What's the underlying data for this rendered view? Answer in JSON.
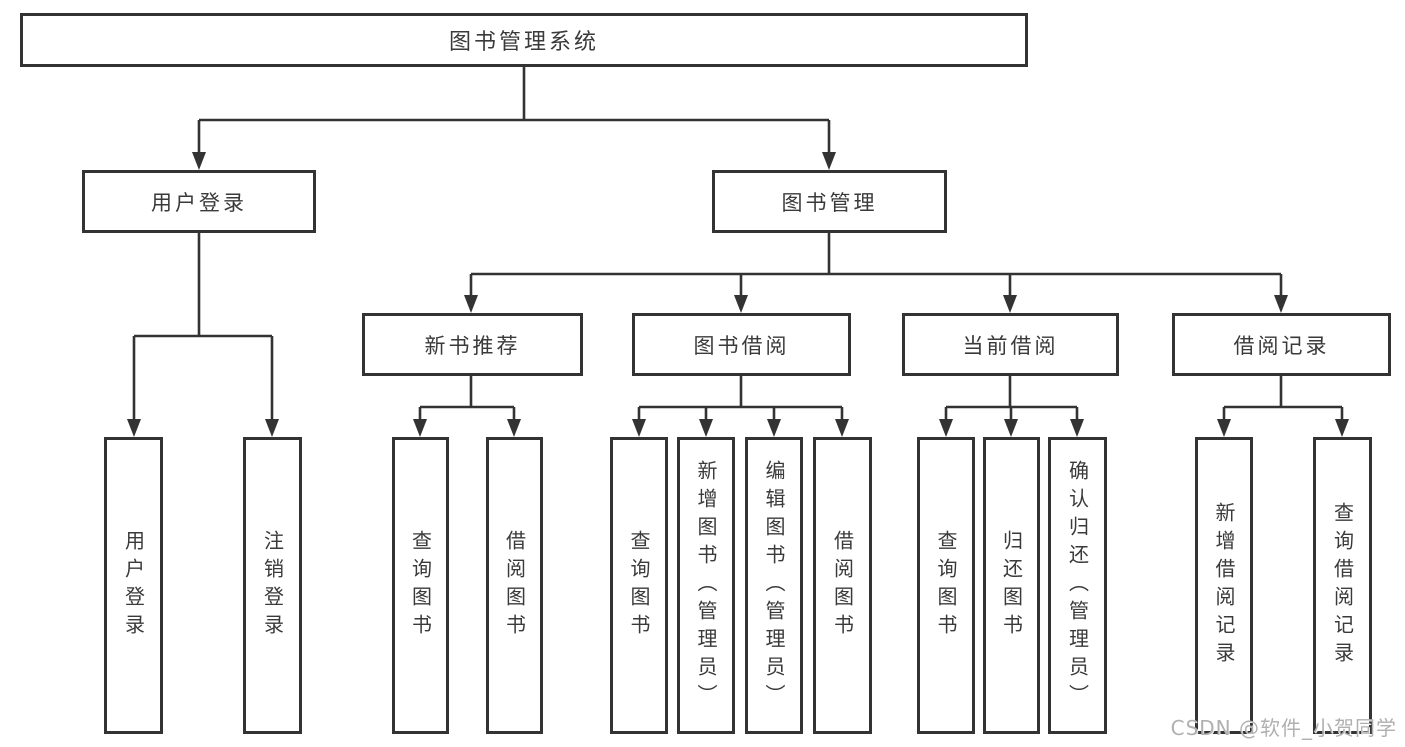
{
  "diagram_type": "hierarchy-tree",
  "colors": {
    "line": "#333333",
    "box_border": "#333333",
    "box_fill": "#ffffff",
    "text": "#3a3a3a",
    "background": "#ffffff",
    "watermark": "#b0b0b0"
  },
  "tree": {
    "label": "图书管理系统",
    "children": [
      {
        "label": "用户登录",
        "children": [
          {
            "label": "用户登录"
          },
          {
            "label": "注销登录"
          }
        ]
      },
      {
        "label": "图书管理",
        "children": [
          {
            "label": "新书推荐",
            "children": [
              {
                "label": "查询图书"
              },
              {
                "label": "借阅图书"
              }
            ]
          },
          {
            "label": "图书借阅",
            "children": [
              {
                "label": "查询图书"
              },
              {
                "label": "新增图书（管理员）"
              },
              {
                "label": "编辑图书（管理员）"
              },
              {
                "label": "借阅图书"
              }
            ]
          },
          {
            "label": "当前借阅",
            "children": [
              {
                "label": "查询图书"
              },
              {
                "label": "归还图书"
              },
              {
                "label": "确认归还（管理员）"
              }
            ]
          },
          {
            "label": "借阅记录",
            "children": [
              {
                "label": "新增借阅记录"
              },
              {
                "label": "查询借阅记录"
              }
            ]
          }
        ]
      }
    ]
  },
  "watermark": {
    "text": "CSDN @软件_小贺同学"
  }
}
